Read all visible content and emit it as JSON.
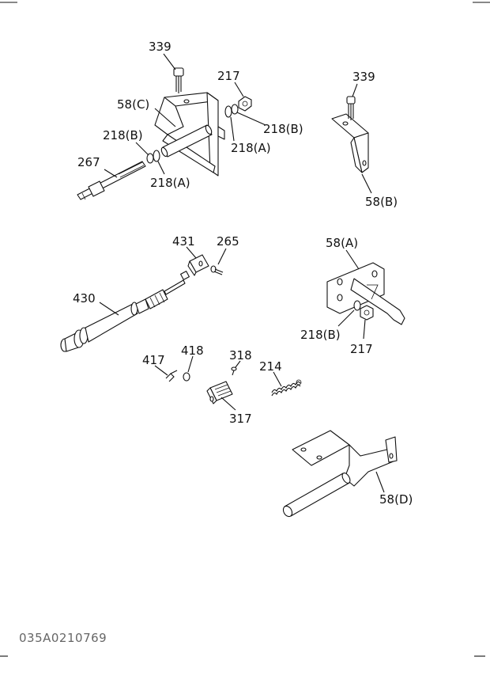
{
  "callouts": {
    "c339a": "339",
    "c217a": "217",
    "c58c": "58(C)",
    "c218b1": "218(B)",
    "c218b2": "218(B)",
    "c218a1": "218(A)",
    "c218a2": "218(A)",
    "c267": "267",
    "c339b": "339",
    "c58b": "58(B)",
    "c431": "431",
    "c265": "265",
    "c430": "430",
    "c58a": "58(A)",
    "c218b3": "218(B)",
    "c217b": "217",
    "c417": "417",
    "c418": "418",
    "c318": "318",
    "c214": "214",
    "c317": "317",
    "c58d": "58(D)"
  },
  "drawing_code": "035A0210769"
}
